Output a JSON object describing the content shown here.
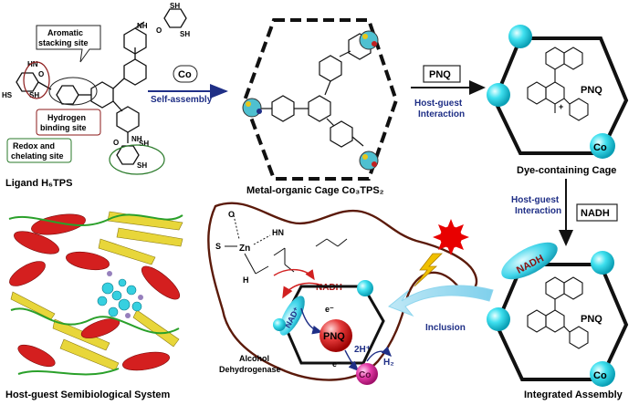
{
  "ligand": {
    "callout_aromatic_line1": "Aromatic",
    "callout_aromatic_line2": "stacking site",
    "callout_hydrogen_line1": "Hydrogen",
    "callout_hydrogen_line2": "binding site",
    "callout_redox_line1": "Redox and",
    "callout_redox_line2": "chelating site",
    "caption": "Ligand H₆TPS",
    "atom_SH": "SH",
    "atom_HS": "HS",
    "atom_HN": "HN",
    "atom_NH": "NH",
    "atom_O": "O"
  },
  "step1": {
    "reagent": "Co",
    "label": "Self-assembly"
  },
  "cage": {
    "caption": "Metal-organic Cage Co₃TPS₂"
  },
  "step2": {
    "reagent": "PNQ",
    "label_line1": "Host-guest",
    "label_line2": "Interaction"
  },
  "dye_cage": {
    "guest": "PNQ",
    "metal": "Co",
    "caption": "Dye-containing Cage",
    "charge": "+"
  },
  "step3": {
    "label_line1": "Host-guest",
    "label_line2": "Interaction",
    "reagent": "NADH"
  },
  "integrated": {
    "nadh": "NADH",
    "guest": "PNQ",
    "metal": "Co",
    "caption": "Integrated Assembly"
  },
  "semibio": {
    "caption": "Host-guest Semibiological System"
  },
  "mechanism": {
    "enzyme_line1": "Alcohol",
    "enzyme_line2": "Dehydrogenase",
    "nad": "NAD⁺",
    "nadh": "NADH",
    "e1": "e⁻",
    "e2": "e⁻",
    "pnq": "PNQ",
    "proton": "2H⁺",
    "h2": "H₂",
    "co": "Co",
    "zn": "Zn",
    "s": "S",
    "o": "O",
    "hn": "HN",
    "h": "H",
    "inclusion": "Inclusion"
  },
  "colors": {
    "arrow_blue": "#1f2f86",
    "node_cyan": "#2fd6e8",
    "cage_dark": "#111111",
    "red_sun": "#e00000",
    "enzyme_border": "#5b1a0a",
    "pink_co": "#e0309a"
  }
}
